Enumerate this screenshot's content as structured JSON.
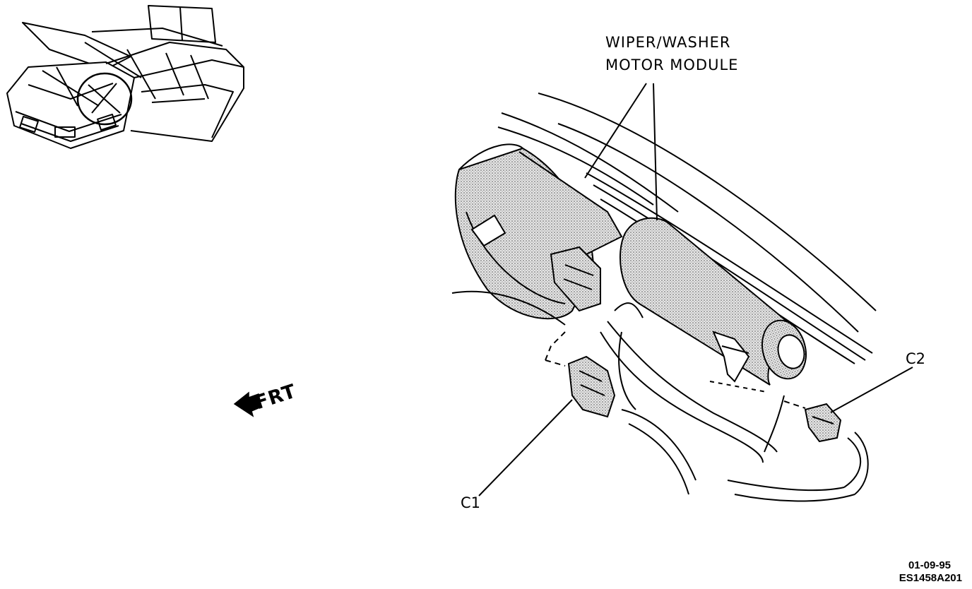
{
  "labels": {
    "module_line1": "WIPER/WASHER",
    "module_line2": "MOTOR MODULE",
    "connector_c1": "C1",
    "connector_c2": "C2",
    "direction": "FRT",
    "date_code": "01-09-95",
    "figure_code": "ES1458A201"
  },
  "colors": {
    "ink": "#000000",
    "stipple": "#9a9a9a",
    "paper": "#ffffff"
  }
}
